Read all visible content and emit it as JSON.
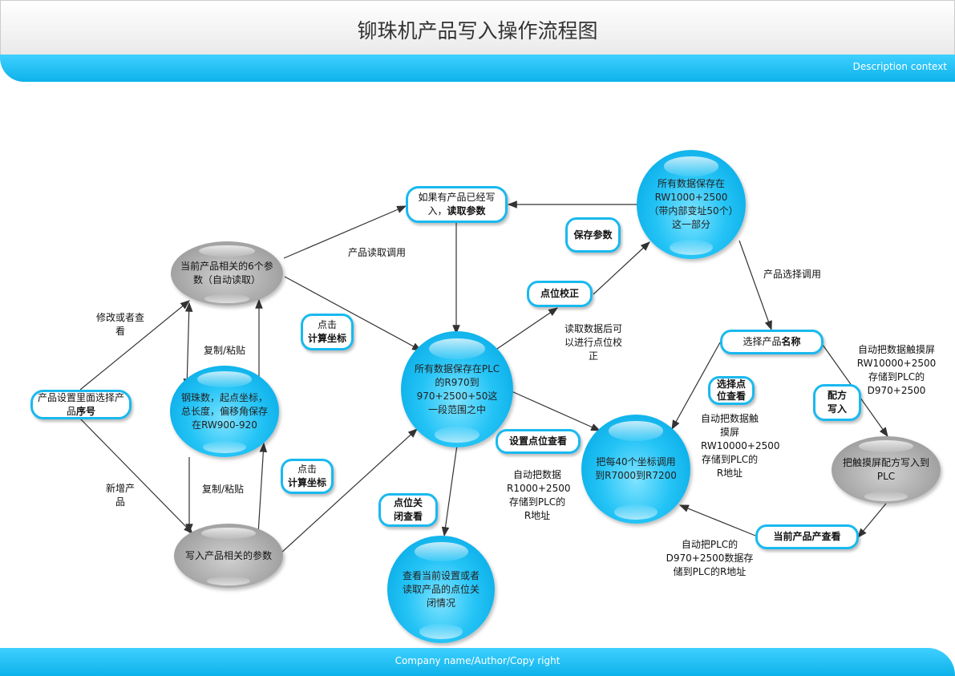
{
  "header": {
    "title": "铆珠机产品写入操作流程图",
    "description": "Description context"
  },
  "footer": {
    "text": "Company name/Author/Copy right"
  },
  "nodes": {
    "product_select": {
      "normal": "产品设置里面选择产品",
      "bold": "序号"
    },
    "six_params": "当前产品相关的6个参数（自动读取）",
    "ball_params": "钢珠数，起点坐标，总长度，偏移角保存在RW900-920",
    "write_params": "写入产品相关的参数",
    "read_params": {
      "normal": "如果有产品已经写入，",
      "bold": "读取参数"
    },
    "plc_r970": "所有数据保存在PLC的R970到970+2500+50这一段范围之中",
    "rw1000": "所有数据保存在RW1000+2500（带内部变址50个）这一部分",
    "r7000": "把每40个坐标调用到R7000到R7200",
    "view_close": "查看当前设置或者读取产品的点位关闭情况",
    "recipe_write": "把触摸屏配方写入到PLC",
    "select_name": {
      "normal": "选择产品",
      "bold": "名称"
    },
    "current_view": "当前产品产查看"
  },
  "actions": {
    "save_params": "保存参数",
    "calibrate": "点位校正",
    "calc1_a": "点击",
    "calc1_b": "计算坐标",
    "calc2_a": "点击",
    "calc2_b": "计算坐标",
    "set_view": "设置点位查看",
    "close_view": "点位关闭查看",
    "select_view": "选择点位查看",
    "recipe_in": "配方写入"
  },
  "labels": {
    "modify": "修改或者查看",
    "copy1": "复制/粘贴",
    "add": "新增产品",
    "copy2": "复制/粘贴",
    "read_call": "产品读取调用",
    "after_read": "读取数据后可以进行点位校正",
    "select_call": "产品选择调用",
    "auto_d970": "自动把数据触摸屏RW10000+2500存储到PLC的D970+2500",
    "auto_r_touch": "自动把数据触摸屏RW10000+2500存储到PLC的R地址",
    "auto_r1000": "自动把数据R1000+2500存储到PLC的R地址",
    "auto_plc": "自动把PLC的D970+2500数据存储到PLC的R地址"
  }
}
